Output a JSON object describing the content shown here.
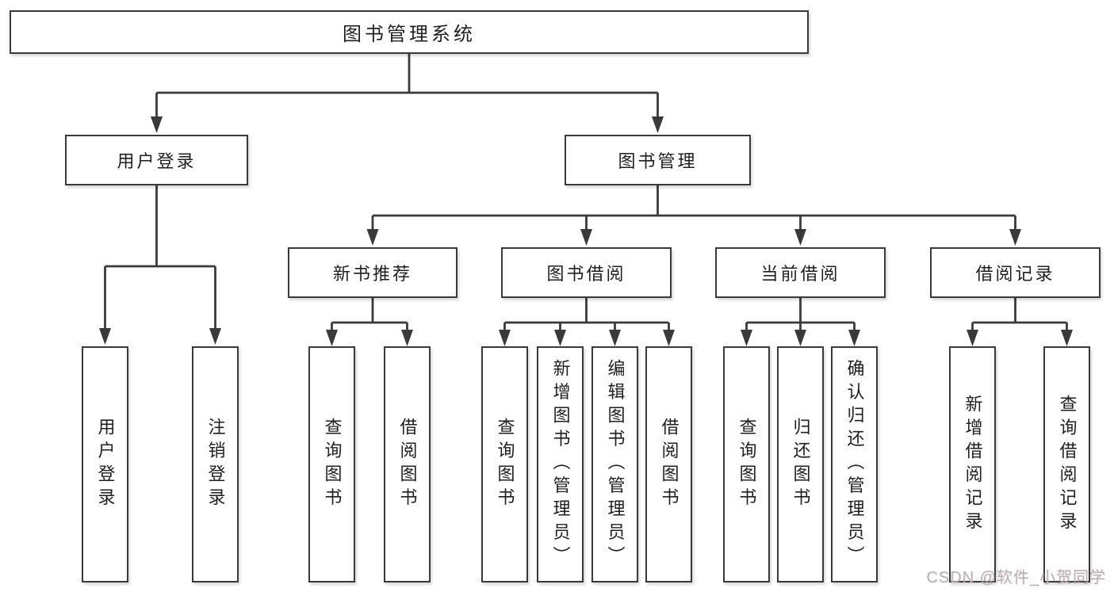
{
  "colors": {
    "line": "#3a3a3a",
    "text": "#1f1f1f",
    "background": "#ffffff",
    "watermark": "#b3b1b4"
  },
  "tree": {
    "label": "图书管理系统",
    "children": [
      {
        "label": "用户登录",
        "children": [
          {
            "label": "用户登录"
          },
          {
            "label": "注销登录"
          }
        ]
      },
      {
        "label": "图书管理",
        "children": [
          {
            "label": "新书推荐",
            "children": [
              {
                "label": "查询图书"
              },
              {
                "label": "借阅图书"
              }
            ]
          },
          {
            "label": "图书借阅",
            "children": [
              {
                "label": "查询图书"
              },
              {
                "label": "新增图书（管理员）"
              },
              {
                "label": "编辑图书（管理员）"
              },
              {
                "label": "借阅图书"
              }
            ]
          },
          {
            "label": "当前借阅",
            "children": [
              {
                "label": "查询图书"
              },
              {
                "label": "归还图书"
              },
              {
                "label": "确认归还（管理员）"
              }
            ]
          },
          {
            "label": "借阅记录",
            "children": [
              {
                "label": "新增借阅记录"
              },
              {
                "label": "查询借阅记录"
              }
            ]
          }
        ]
      }
    ]
  },
  "watermark": {
    "text": "CSDN @软件_小贺同学"
  }
}
